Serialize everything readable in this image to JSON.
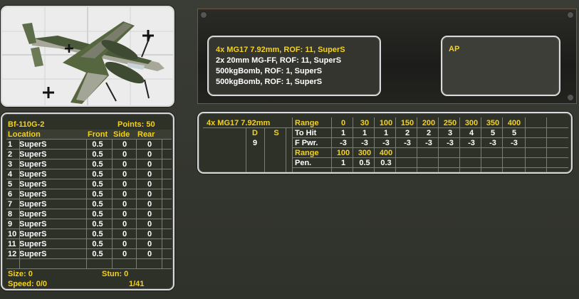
{
  "unit": {
    "name": "Bf-110G-2",
    "points_label": "Points: 50",
    "headers": [
      "Location",
      "Front",
      "Side",
      "Rear"
    ],
    "rows": [
      [
        "1",
        "SuperS",
        "0.5",
        "0",
        "0"
      ],
      [
        "2",
        "SuperS",
        "0.5",
        "0",
        "0"
      ],
      [
        "3",
        "SuperS",
        "0.5",
        "0",
        "0"
      ],
      [
        "4",
        "SuperS",
        "0.5",
        "0",
        "0"
      ],
      [
        "5",
        "SuperS",
        "0.5",
        "0",
        "0"
      ],
      [
        "6",
        "SuperS",
        "0.5",
        "0",
        "0"
      ],
      [
        "7",
        "SuperS",
        "0.5",
        "0",
        "0"
      ],
      [
        "8",
        "SuperS",
        "0.5",
        "0",
        "0"
      ],
      [
        "9",
        "SuperS",
        "0.5",
        "0",
        "0"
      ],
      [
        "10",
        "SuperS",
        "0.5",
        "0",
        "0"
      ],
      [
        "11",
        "SuperS",
        "0.5",
        "0",
        "0"
      ],
      [
        "12",
        "SuperS",
        "0.5",
        "0",
        "0"
      ]
    ],
    "size_label": "Size: 0",
    "stun_label": "Stun: 0",
    "speed_label": "Speed: 0/0",
    "page_label": "1/41"
  },
  "weapons": [
    "4x MG17 7.92mm,  ROF: 11,  SuperS",
    "2x 20mm MG-FF,  ROF: 11,  SuperS",
    "500kgBomb,  ROF: 1,  SuperS",
    "500kgBomb,  ROF: 1,  SuperS"
  ],
  "ammo_label": "AP",
  "stats": {
    "weapon_name": "4x MG17 7.92mm",
    "d_label": "D",
    "s_label": "S",
    "d_value": "9",
    "s_value": "",
    "range_label": "Range",
    "ranges": [
      "0",
      "30",
      "100",
      "150",
      "200",
      "250",
      "300",
      "350",
      "400"
    ],
    "to_hit_label": "To Hit",
    "to_hit": [
      "1",
      "1",
      "1",
      "2",
      "2",
      "3",
      "4",
      "5",
      "5"
    ],
    "fpwr_label": "F Pwr.",
    "fpwr": [
      "-3",
      "-3",
      "-3",
      "-3",
      "-3",
      "-3",
      "-3",
      "-3",
      "-3"
    ],
    "range2_label": "Range",
    "ranges2": [
      "100",
      "300",
      "400"
    ],
    "pen_label": "Pen.",
    "pen": [
      "1",
      "0.5",
      "0.3"
    ]
  },
  "colors": {
    "accent_yellow": "#f5d21a",
    "panel_bg": "#2e3128",
    "border": "#d9d9d9"
  }
}
